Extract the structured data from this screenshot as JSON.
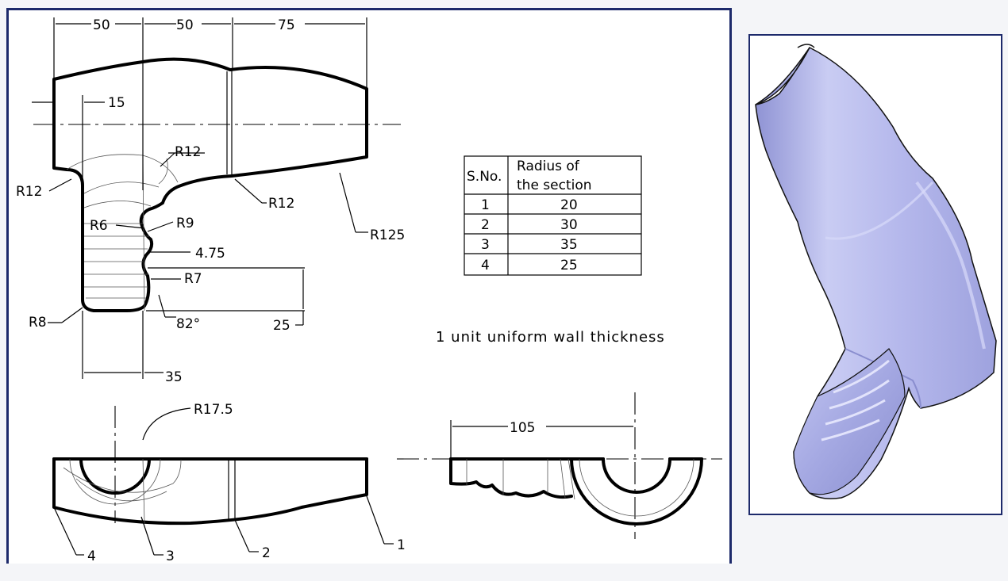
{
  "drawing": {
    "top_dims": {
      "d1": "50",
      "d2": "50",
      "d3": "75"
    },
    "labels": {
      "offset_15": "15",
      "r12_top": "R12",
      "r12_left": "R12",
      "r12_mid": "R12",
      "r125": "R125",
      "r6": "R6",
      "r9": "R9",
      "d475": "4.75",
      "r7": "R7",
      "r8": "R8",
      "angle_82": "82°",
      "d25": "25",
      "d35": "35",
      "r175": "R17.5",
      "d105": "105",
      "sec1": "1",
      "sec2": "2",
      "sec3": "3",
      "sec4": "4"
    },
    "table": {
      "header_no": "S.No.",
      "header_radius_l1": "Radius of",
      "header_radius_l2": "the section",
      "rows": [
        {
          "no": "1",
          "radius": "20"
        },
        {
          "no": "2",
          "radius": "30"
        },
        {
          "no": "3",
          "radius": "35"
        },
        {
          "no": "4",
          "radius": "25"
        }
      ]
    },
    "note": "1 unit uniform wall thickness"
  },
  "colors": {
    "frame": "#1d2a6b",
    "model_fill": "#b9bcec",
    "model_shadow": "#8f93d4"
  }
}
